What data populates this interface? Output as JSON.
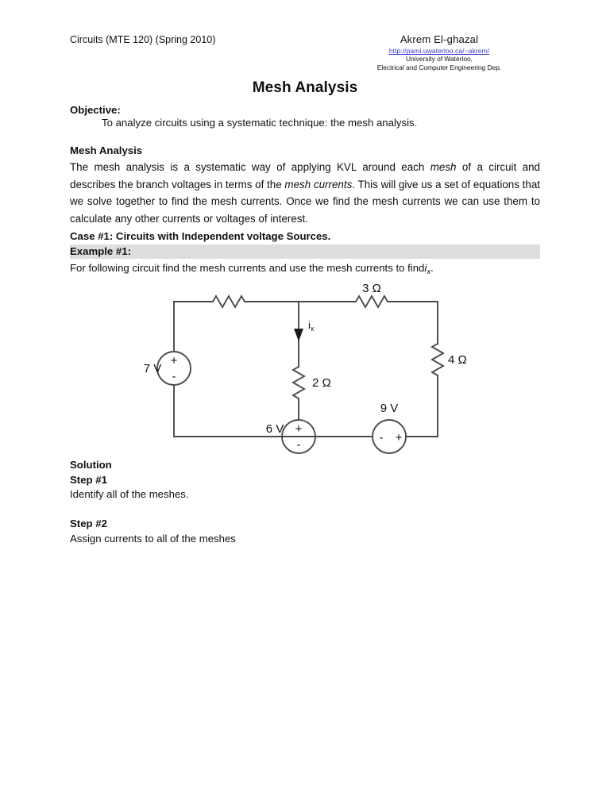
{
  "header": {
    "left_text": "Circuits (MTE 120) (Spring 2010)",
    "author": "Akrem El-ghazal",
    "url": "http://pami.uwaterloo.ca/~akrem/",
    "affiliation_line1": "University of Waterloo,",
    "affiliation_line2": "Electrical and Computer Engineering Dep.",
    "link_color": "#3b3bd0"
  },
  "title": "Mesh Analysis",
  "objective": {
    "heading": "Objective:",
    "body": "To analyze circuits using a systematic technique: the mesh analysis."
  },
  "mesh_section": {
    "heading": "Mesh Analysis",
    "p1_a": "The mesh analysis is a systematic way of applying KVL around each ",
    "p1_em1": "mesh",
    "p1_b": " of a circuit and describes the branch voltages in terms of the ",
    "p1_em2": "mesh currents",
    "p1_c": ". This will give us a set of equations that we solve together to find the mesh currents. Once we find the mesh currents we can use them to calculate any other currents or voltages of interest."
  },
  "case": {
    "heading": "Case #1: Circuits with Independent voltage Sources.",
    "example_label": "Example #1:",
    "example_highlight_color": "#dedede",
    "prompt_a": "For following circuit find the mesh currents and use the mesh currents to find",
    "prompt_var": "i",
    "prompt_sub": "x",
    "prompt_b": "."
  },
  "solution": {
    "heading": "Solution",
    "step1_label": "Step #1",
    "step1_body": "Identify all of the meshes.",
    "step2_label": "Step #2",
    "step2_body": "Assign currents to all of the meshes"
  },
  "circuit": {
    "stroke_color": "#4a4a4a",
    "labels": {
      "source_left": "7 V",
      "source_mid": "6 V",
      "source_right": "9 V",
      "resistor_top_left": "",
      "resistor_top_right": "3 Ω",
      "resistor_mid": "2 Ω",
      "resistor_right": "4 Ω",
      "current_var": "i",
      "current_sub": "x",
      "plus": "+",
      "minus": "-"
    },
    "components": [
      {
        "name": "voltage-source-7v",
        "value": "7 V",
        "polarity": "plus-top",
        "orientation": "vertical"
      },
      {
        "name": "voltage-source-6v",
        "value": "6 V",
        "polarity": "plus-top",
        "orientation": "vertical"
      },
      {
        "name": "voltage-source-9v",
        "value": "9 V",
        "polarity": "minus-left-plus-right",
        "orientation": "horizontal"
      },
      {
        "name": "resistor-top-left",
        "value": "",
        "orientation": "horizontal"
      },
      {
        "name": "resistor-3ohm",
        "value": "3 Ω",
        "orientation": "horizontal"
      },
      {
        "name": "resistor-2ohm",
        "value": "2 Ω",
        "orientation": "vertical"
      },
      {
        "name": "resistor-4ohm",
        "value": "4 Ω",
        "orientation": "vertical"
      }
    ]
  }
}
